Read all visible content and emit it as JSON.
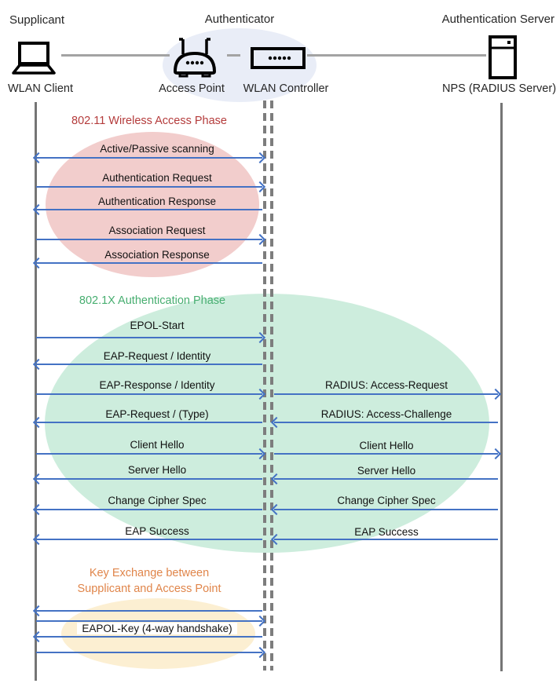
{
  "diagram": {
    "roles": [
      {
        "label": "Supplicant"
      },
      {
        "label": "Authenticator"
      },
      {
        "label": "Authentication Server"
      }
    ],
    "nodes": [
      {
        "label": "WLAN Client",
        "icon": "laptop-icon"
      },
      {
        "label": "Access Point",
        "icon": "access-point-icon"
      },
      {
        "label": "WLAN Controller",
        "icon": "wlan-controller-icon"
      },
      {
        "label": "NPS (RADIUS Server)",
        "icon": "server-icon"
      }
    ],
    "phases": [
      {
        "title": "802.11 Wireless Access Phase",
        "text_color": "#b43b3b",
        "ellipse_color": "#f2cdcc"
      },
      {
        "title": "802.1X Authentication Phase",
        "text_color": "#47ae70",
        "ellipse_color": "#cdeddd"
      },
      {
        "title_line1": "Key Exchange between",
        "title_line2": "Supplicant and Access Point",
        "text_color": "#e0854a",
        "ellipse_color": "#fcefd2"
      }
    ],
    "authenticator_group_color": "#e9edf7",
    "arrow_color": "#4472c4",
    "lifeline_color": "#757575",
    "messages_left": [
      {
        "label": "Active/Passive scanning",
        "direction": "both"
      },
      {
        "label": "Authentication Request",
        "direction": "right"
      },
      {
        "label": "Authentication Response",
        "direction": "left"
      },
      {
        "label": "Association Request",
        "direction": "right"
      },
      {
        "label": "Association Response",
        "direction": "left"
      },
      {
        "label": "EPOL-Start",
        "direction": "right"
      },
      {
        "label": "EAP-Request / Identity",
        "direction": "left"
      },
      {
        "label": "EAP-Response / Identity",
        "direction": "right"
      },
      {
        "label": "EAP-Request / (Type)",
        "direction": "left"
      },
      {
        "label": "Client Hello",
        "direction": "right"
      },
      {
        "label": "Server Hello",
        "direction": "left"
      },
      {
        "label": "Change Cipher Spec",
        "direction": "left"
      },
      {
        "label": "EAP Success",
        "direction": "left"
      },
      {
        "label": "",
        "direction": "left"
      },
      {
        "label": "",
        "direction": "right"
      },
      {
        "label": "EAPOL-Key (4-way handshake)",
        "direction": "left"
      },
      {
        "label": "",
        "direction": "right"
      }
    ],
    "messages_right": [
      {
        "label": "RADIUS: Access-Request",
        "direction": "right"
      },
      {
        "label": "RADIUS: Access-Challenge",
        "direction": "left"
      },
      {
        "label": "Client Hello",
        "direction": "right"
      },
      {
        "label": "Server Hello",
        "direction": "left"
      },
      {
        "label": "Change Cipher Spec",
        "direction": "left"
      },
      {
        "label": "EAP Success",
        "direction": "left"
      }
    ]
  }
}
